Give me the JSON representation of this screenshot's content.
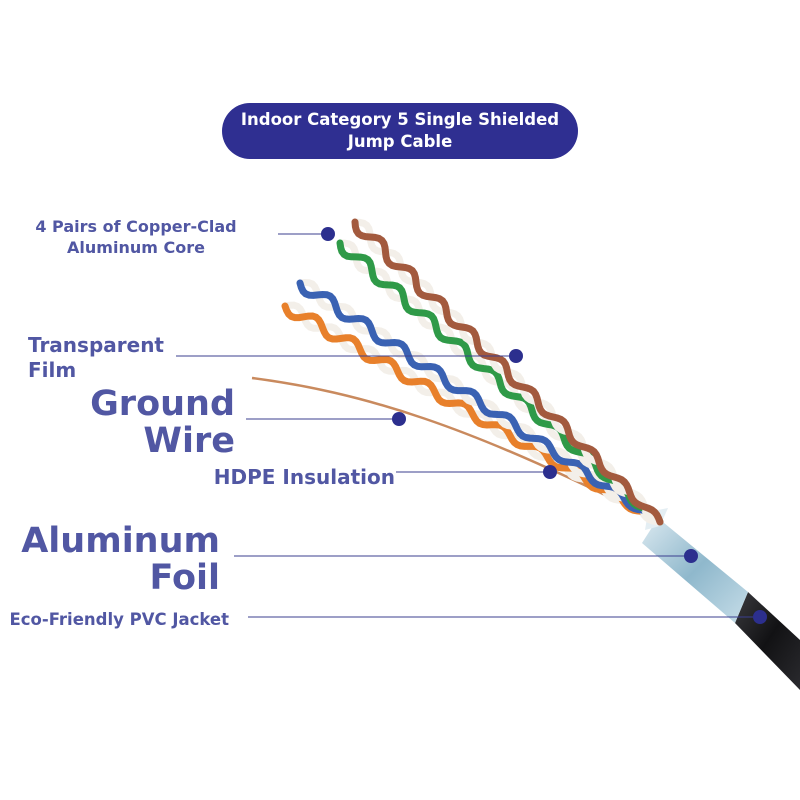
{
  "title": {
    "line1": "Indoor Category 5 Single Shielded",
    "line2": "Jump Cable"
  },
  "labels": {
    "core": {
      "line1": "4 Pairs of Copper-Clad",
      "line2": "Aluminum Core"
    },
    "film": {
      "line1": "Transparent",
      "line2": "Film"
    },
    "ground": {
      "line1": "Ground",
      "line2": "Wire"
    },
    "hdpe": {
      "line1": "HDPE Insulation"
    },
    "foil": {
      "line1": "Aluminum",
      "line2": "Foil"
    },
    "pvc": {
      "line1": "Eco-Friendly PVC Jacket"
    }
  },
  "colors": {
    "title_bg": "#2f2f91",
    "label_text": "#5157a3",
    "leader_line": "#3b3f8f",
    "dot": "#2c2f8e",
    "jacket": "#1b1b1d",
    "foil": "#a9c9d8",
    "pair_orange": "#e8802b",
    "pair_blue": "#3a62b3",
    "pair_green": "#2f9a48",
    "pair_brown": "#a35a3e",
    "ground_wire": "#c98a5e"
  }
}
